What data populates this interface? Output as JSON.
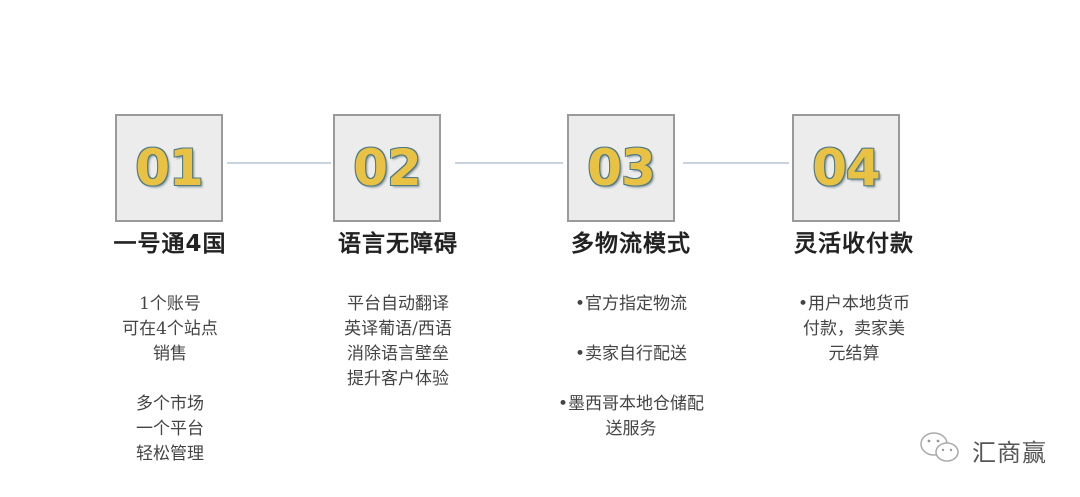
{
  "steps": [
    {
      "number": "01",
      "title": "一号通4国",
      "lines": [
        "1个账号",
        "可在4个站点",
        "销售",
        "",
        "多个市场",
        "一个平台",
        "轻松管理"
      ]
    },
    {
      "number": "02",
      "title": "语言无障碍",
      "lines": [
        "平台自动翻译",
        "英译葡语/西语",
        "消除语言壁垒",
        "提升客户体验"
      ]
    },
    {
      "number": "03",
      "title": "多物流模式",
      "lines": [
        "•官方指定物流",
        "",
        "•卖家自行配送",
        "",
        "•墨西哥本地仓储配",
        "送服务"
      ]
    },
    {
      "number": "04",
      "title": "灵活收付款",
      "lines": [
        "•用户本地货币",
        "付款，卖家美",
        "元结算"
      ]
    }
  ],
  "watermark": {
    "icon": "wechat-icon",
    "text": "汇商赢"
  },
  "colors": {
    "number_fill": "#e9c244",
    "number_outline": "#4e7a86",
    "box_bg": "#ececec",
    "box_border": "#9a9a9a",
    "connector": "#c9d3e0"
  }
}
